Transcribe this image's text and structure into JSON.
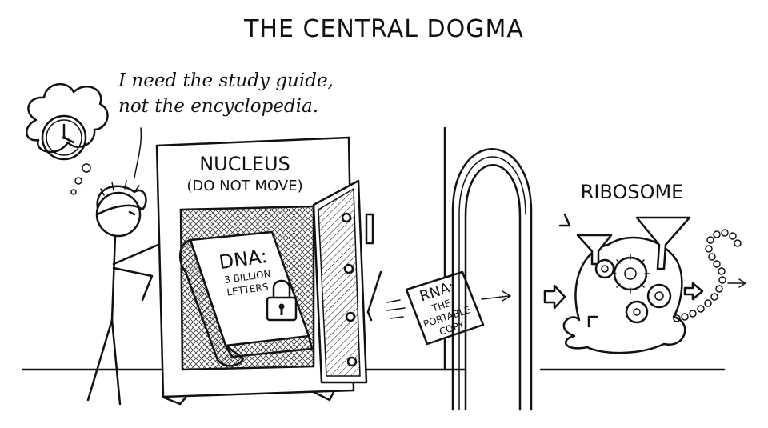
{
  "title": "THE CENTRAL DOGMA",
  "speech": {
    "line1": "I need the study guide,",
    "line2": "not the encyclopedia."
  },
  "nucleus": {
    "label": "NUCLEUS",
    "sublabel": "(DO NOT MOVE)"
  },
  "dna_book": {
    "label": "DNA:",
    "line1": "3 BILLION",
    "line2": "LETTERS"
  },
  "rna_note": {
    "label": "RNA:",
    "line1": "THE",
    "line2": "PORTABLE",
    "line3": "COPY"
  },
  "ribosome": {
    "label": "RIBOSOME"
  },
  "icons": {
    "thought": "clock-icon",
    "lock": "padlock-icon",
    "gear": "gear-icon"
  }
}
